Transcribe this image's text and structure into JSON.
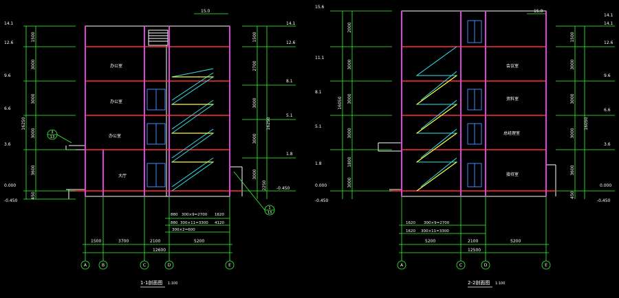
{
  "colors": {
    "background": "#000000",
    "outline": "#ffffff",
    "dimension": "#00ff00",
    "floor_line": "#ff0000",
    "stair": "#33e6f0",
    "handrail": "#ffff33",
    "window": "#3b8cff",
    "text": "#ffffff",
    "beam": "#dd44dd"
  },
  "sections": [
    {
      "title": "1-1剖面图",
      "scale": "1:100",
      "grid_labels": [
        "A",
        "B",
        "C",
        "D",
        "E"
      ],
      "top_labels": [
        "15.0",
        "14.1"
      ],
      "left_elevations": [
        "14.1",
        "12.6",
        "9.6",
        "6.6",
        "3.6",
        "0.000",
        "-0.450"
      ],
      "right_elevations": [
        "14.1",
        "12.6",
        "8.1",
        "5.1",
        "1.8",
        "-0.450"
      ],
      "left_total": "16250",
      "right_total": "16250",
      "left_storeys": [
        "1500",
        "3000",
        "3000",
        "3000",
        "3600",
        "450"
      ],
      "right_storeys": [
        "1500",
        "2700",
        "3000",
        "3000",
        "3000",
        "2250"
      ],
      "span_dims": [
        "1500",
        "3700",
        "2100",
        "5200"
      ],
      "overall_dim": "12600",
      "stair_dims": [
        "880",
        "300×9=2700",
        "1620",
        "880",
        "300×11=3300",
        "4120",
        "300×2=600"
      ],
      "room_labels": [
        "办公室",
        "办公室",
        "办公室",
        "大厅"
      ],
      "callouts": [
        {
          "top": "3",
          "bottom": "13"
        },
        {
          "top": "1",
          "bottom": "13"
        }
      ]
    },
    {
      "title": "2-2剖面图",
      "scale": "1:100",
      "grid_labels": [
        "A",
        "C",
        "D",
        "E"
      ],
      "top_labels": [
        "15.6",
        "15.0",
        "14.1"
      ],
      "left_elevations": [
        "15.6",
        "11.1",
        "8.1",
        "5.1",
        "1.8",
        "0.000",
        "-0.450"
      ],
      "right_elevations": [
        "14.1",
        "12.6",
        "9.6",
        "6.6",
        "3.6",
        "0.000",
        "-0.450"
      ],
      "left_total": "16050",
      "right_total": "16050",
      "left_storeys": [
        "2000",
        "3000",
        "3000",
        "3000",
        "1800",
        "3000"
      ],
      "right_storeys": [
        "1500",
        "3000",
        "3000",
        "3000",
        "3600",
        "450"
      ],
      "span_dims": [
        "5200",
        "2100",
        "5200"
      ],
      "overall_dim": "12500",
      "stair_dims": [
        "1620",
        "300×9=2700",
        "1620",
        "300×11=3300"
      ],
      "room_labels": [
        "会议室",
        "资料室",
        "总经理室",
        "接待室"
      ]
    }
  ]
}
